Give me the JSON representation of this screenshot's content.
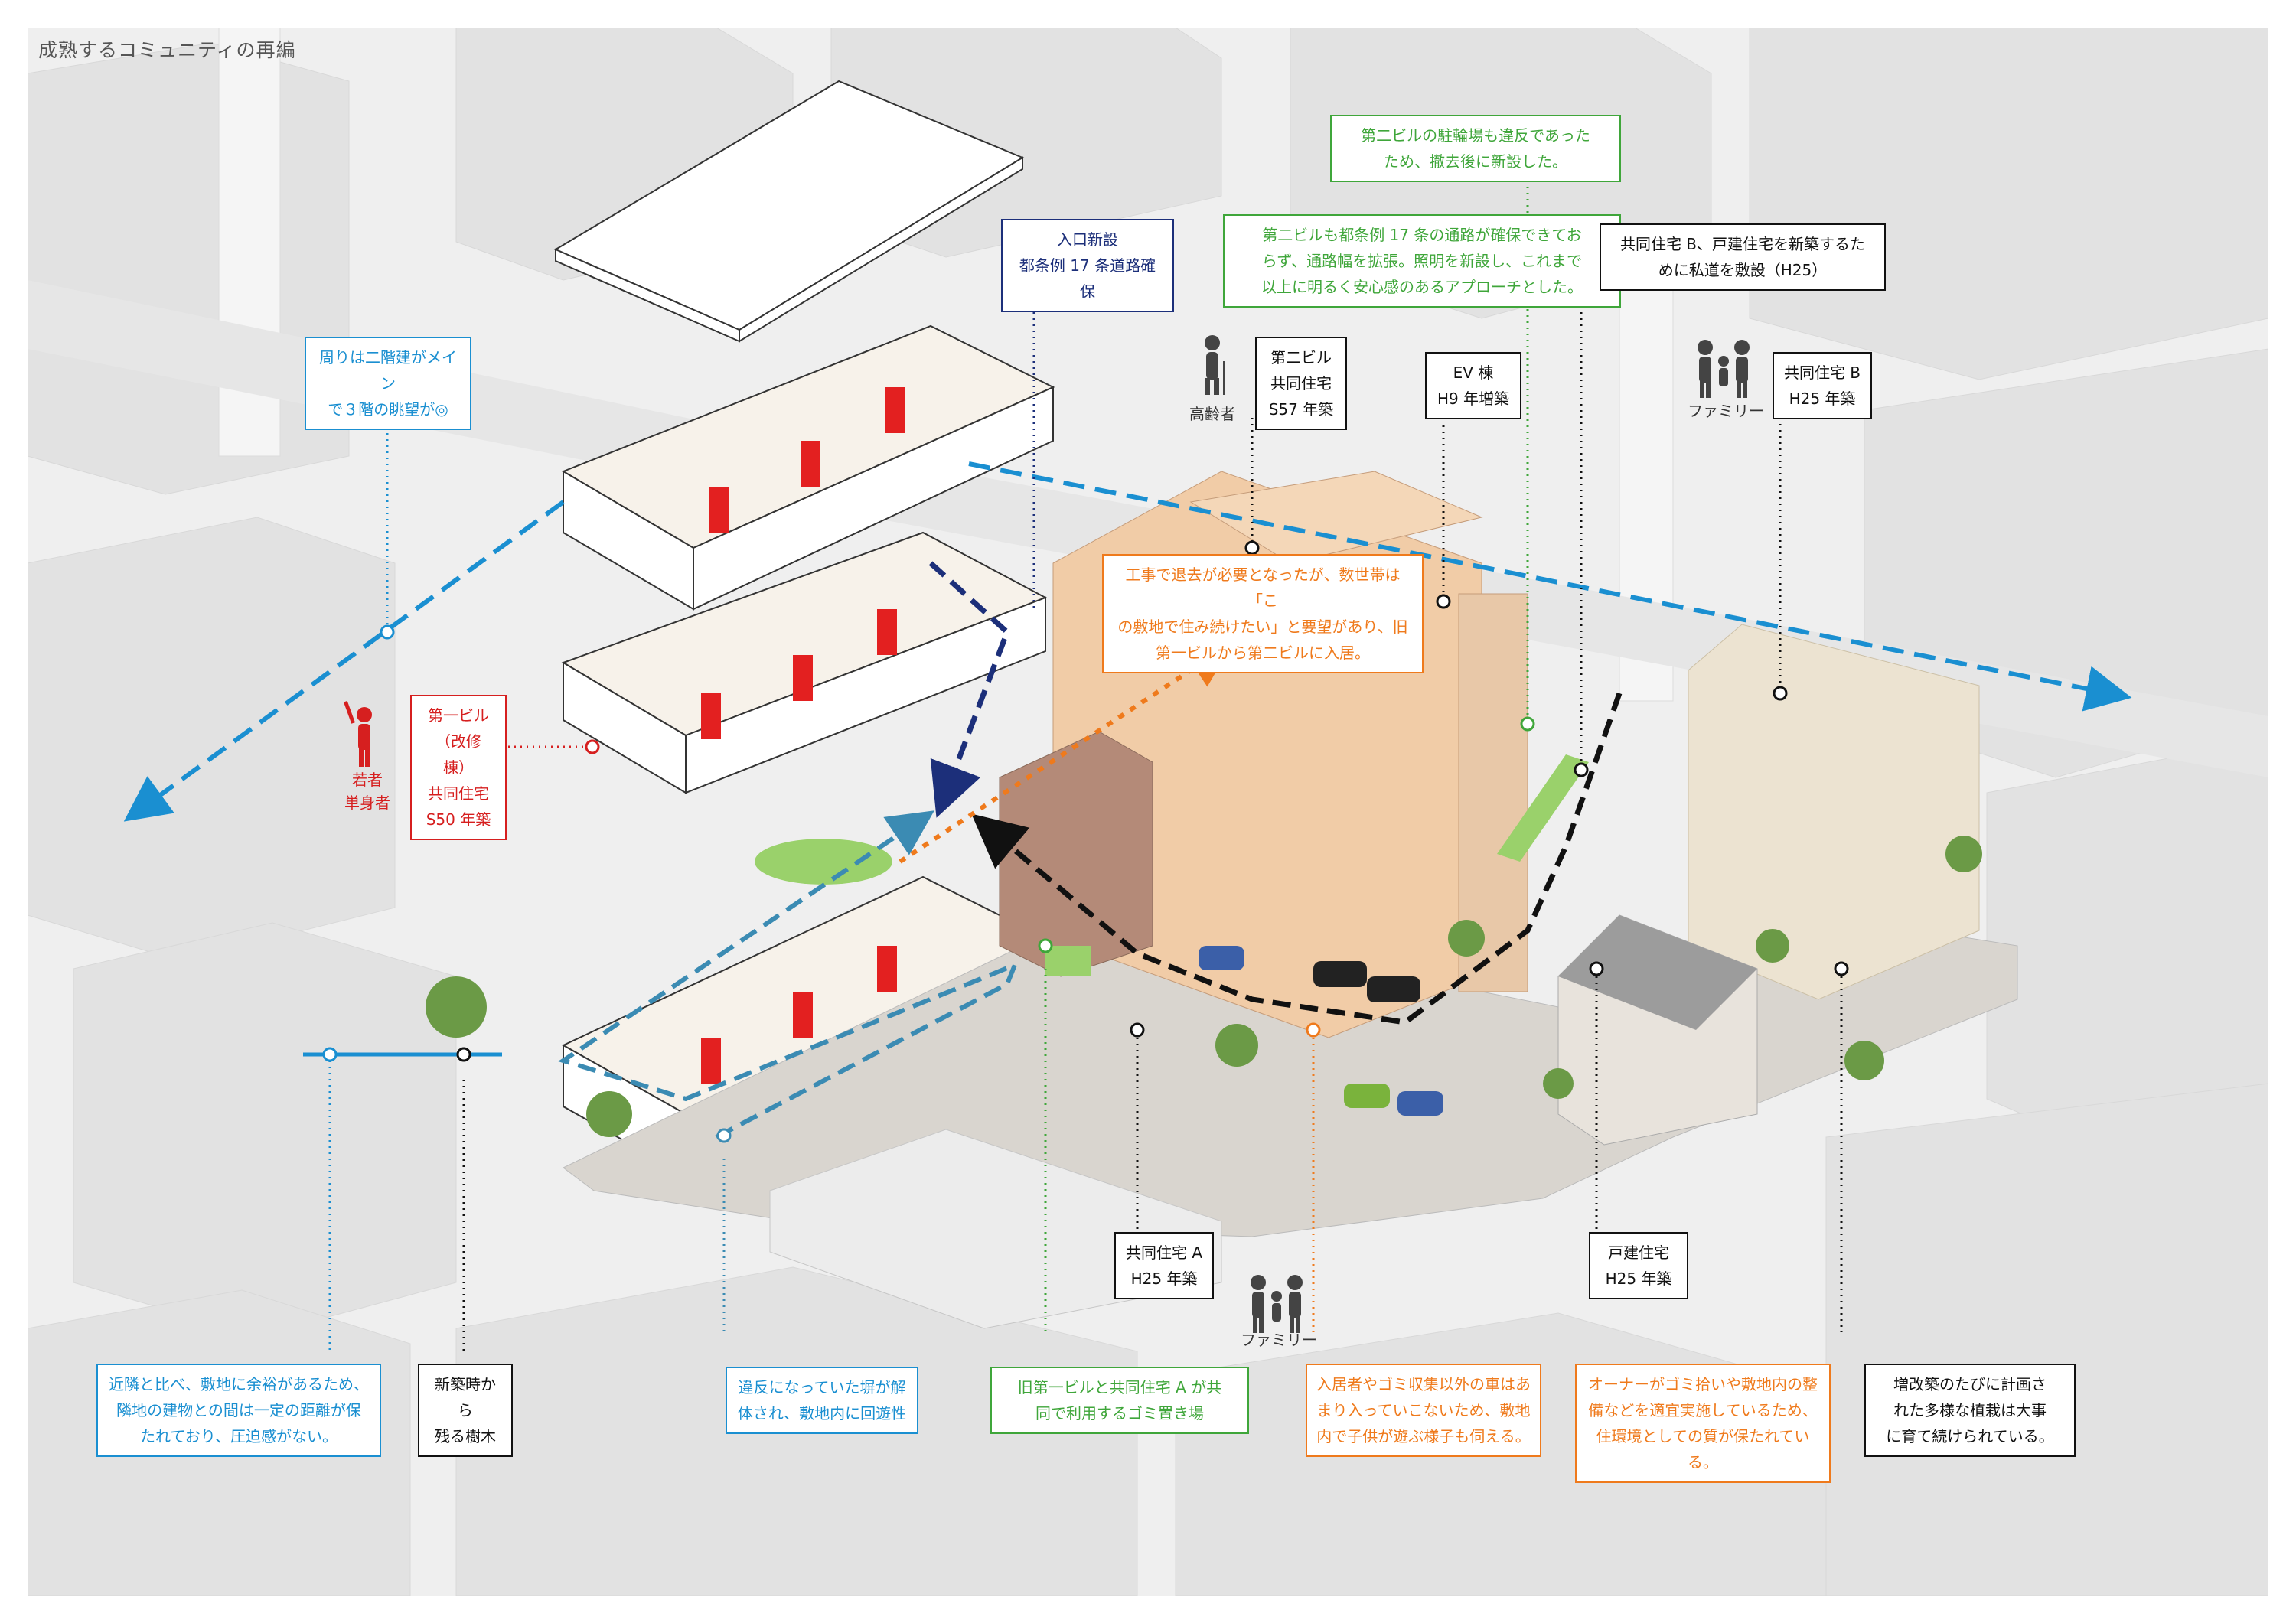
{
  "title": "成熟するコミュニティの再編",
  "colors": {
    "blue": "#1a8fd1",
    "navy": "#1c2f7a",
    "green": "#3fa63a",
    "black": "#111111",
    "orange": "#ef7a1c",
    "red": "#d61f1f",
    "teal": "#3b8bb3"
  },
  "icons": {
    "elderly": "elderly-person-icon",
    "young": "raised-hand-person-icon",
    "family": "family-icon"
  },
  "callouts": {
    "view_note": "周りは二階建がメイン\nで３階の眺望が◎",
    "entrance": "入口新設\n都条例 17 条道路確保",
    "bike_parking": "第二ビルの駐輪場も違反であった\nため、撤去後に新設した。",
    "passage": "第二ビルも都条例 17 条の通路が確保できてお\nらず、通路幅を拡張。照明を新設し、これまで\n以上に明るく安心感のあるアプローチとした。",
    "private_road": "共同住宅 B、戸建住宅を新築するた\nめに私道を敷設（H25）",
    "building2": "第二ビル\n共同住宅\nS57 年築",
    "ev": "EV 棟\nH9 年増築",
    "housing_b": "共同住宅 B\nH25 年築",
    "relocation": "工事で退去が必要となったが、数世帯は「こ\nの敷地で住み続けたい」と要望があり、旧\n第一ビルから第二ビルに入居。",
    "building1": "第一ビル\n（改修棟）\n共同住宅\nS50 年築",
    "housing_a": "共同住宅 A\nH25 年築",
    "detached": "戸建住宅\nH25 年築",
    "bottom_1": "近隣と比べ、敷地に余裕があるため、\n隣地の建物との間は一定の距離が保\nたれており、圧迫感がない。",
    "bottom_2": "新築時から\n残る樹木",
    "bottom_3": "違反になっていた塀が解\n体され、敷地内に回遊性",
    "bottom_4": "旧第一ビルと共同住宅 A が共\n同で利用するゴミ置き場",
    "bottom_5": "入居者やゴミ収集以外の車はあ\nまり入っていこないため、敷地\n内で子供が遊ぶ様子も伺える。",
    "bottom_6": "オーナーがゴミ拾いや敷地内の整\n備などを適宜実施しているため、\n住環境としての質が保たれている。",
    "bottom_7": "増改築のたびに計画さ\nれた多様な植栽は大事\nに育て続けられている。"
  },
  "labels": {
    "elderly": "高齢者",
    "young": "若者\n単身者",
    "family_top": "ファミリー",
    "family_bottom": "ファミリー"
  }
}
